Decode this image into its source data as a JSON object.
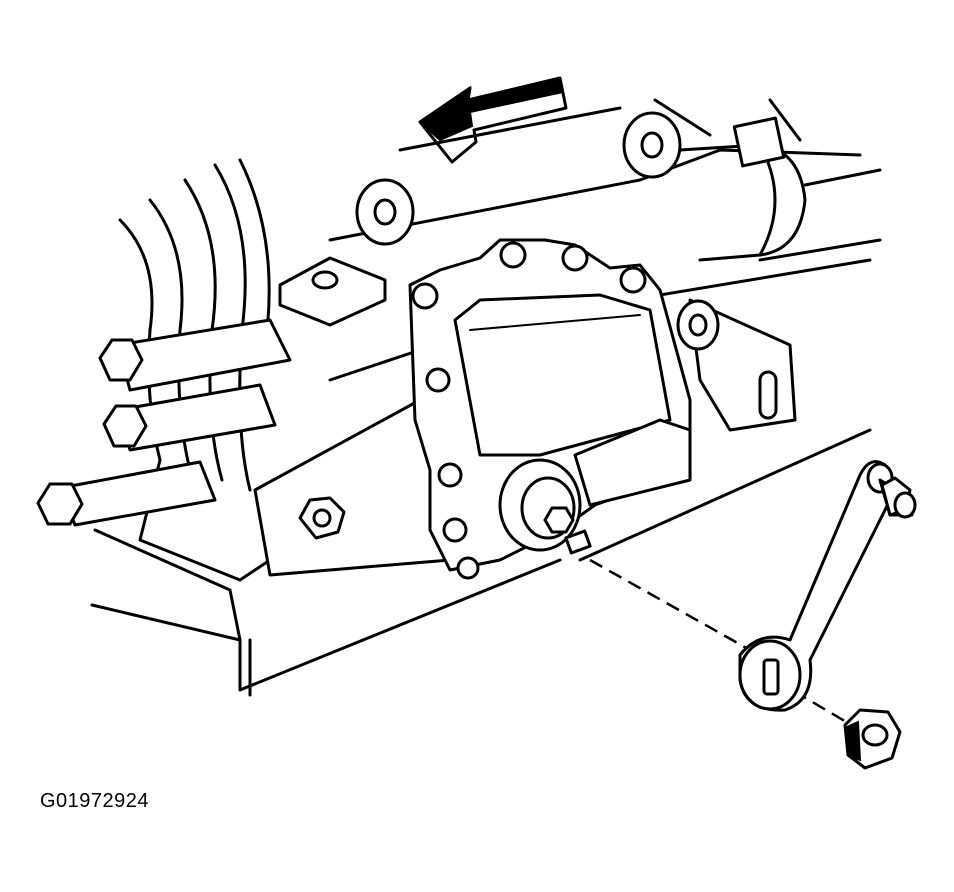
{
  "figure": {
    "id_label": "G01972924"
  },
  "parts": [
    {
      "name": "direction-arrow",
      "icon": "arrow-left-icon"
    },
    {
      "name": "transmission-case"
    },
    {
      "name": "transmission-mount-bracket"
    },
    {
      "name": "park-neutral-position-switch"
    },
    {
      "name": "manual-shift-lever"
    },
    {
      "name": "lever-nut"
    },
    {
      "name": "case-bolts"
    }
  ]
}
